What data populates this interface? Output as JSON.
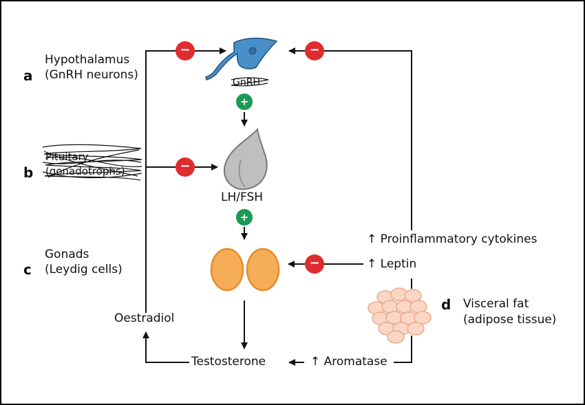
{
  "labels": {
    "a": {
      "letter": "a",
      "line1": "Hypothalamus",
      "line2": "(GnRH neurons)"
    },
    "b": {
      "letter": "b",
      "line1": "Pituitary",
      "line2": "(gonadotrophs)"
    },
    "c": {
      "letter": "c",
      "line1": "Gonads",
      "line2": "(Leydig cells)"
    },
    "d": {
      "letter": "d",
      "line1": "Visceral fat",
      "line2": "(adipose tissue)"
    }
  },
  "nodes": {
    "gnrh": "GnRH",
    "lhfsh": "LH/FSH",
    "oestradiol": "Oestradiol",
    "testosterone": "Testosterone",
    "aromatase": "↑ Aromatase",
    "leptin": "↑ Leptin",
    "cytokines": "↑ Proinflammatory cytokines"
  },
  "signs": {
    "inhibit": "−",
    "stimulate": "+"
  },
  "colors": {
    "inhibit": "#e02b2f",
    "stimulate": "#1a9a52",
    "neuron": "#4a8fc8",
    "pituitary": "#bfbfc2",
    "gonad": "#f6ad58",
    "fat": "#fbd6c5"
  }
}
